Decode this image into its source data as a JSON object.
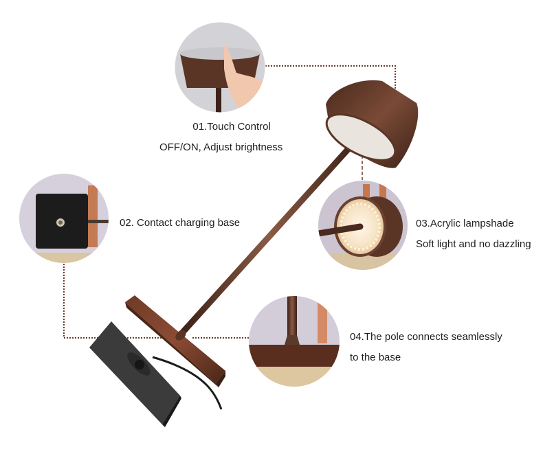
{
  "features": [
    {
      "number": "01",
      "title": "01.Touch Control",
      "subtitle": "OFF/ON, Adjust brightness"
    },
    {
      "number": "02",
      "title": "02. Contact charging base",
      "subtitle": ""
    },
    {
      "number": "03",
      "title": "03.Acrylic lampshade",
      "subtitle": "Soft light and no dazzling"
    },
    {
      "number": "04",
      "title": "04.The pole connects seamlessly",
      "subtitle": "to the base"
    }
  ],
  "colors": {
    "lamp_brown": "#5a3526",
    "base_charger": "#3a3a3a",
    "connector_line": "#6b3a2a",
    "background": "#ffffff"
  }
}
